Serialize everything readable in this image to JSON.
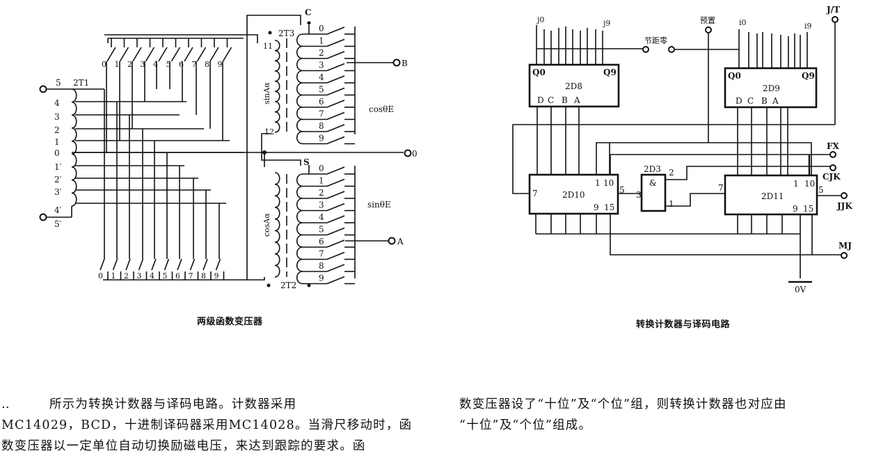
{
  "figure_left": {
    "caption": "两级函数变压器",
    "transformers": {
      "t1": "2T1",
      "t2": "2T2",
      "t3": "2T3"
    },
    "t1_taps": [
      "5",
      "4",
      "3",
      "2",
      "1",
      "0",
      "1′",
      "2′",
      "3′",
      "4′",
      "5′"
    ],
    "top_switch_labels": [
      "0",
      "1",
      "2",
      "3",
      "4",
      "5",
      "6",
      "7",
      "8",
      "9"
    ],
    "bottom_switch_labels": [
      "0",
      "1",
      "2",
      "3",
      "4",
      "5",
      "6",
      "7",
      "8",
      "9"
    ],
    "upper_secondary_taps": [
      "0",
      "1",
      "2",
      "3",
      "4",
      "5",
      "6",
      "7",
      "8",
      "9"
    ],
    "lower_secondary_taps": [
      "0",
      "1",
      "2",
      "3",
      "4",
      "5",
      "6",
      "7",
      "8",
      "9"
    ],
    "upper_node_label": "C",
    "lower_node_label": "S",
    "upper_winding_label": "sinAα",
    "lower_winding_label": "cosAα",
    "upper_pins": [
      "11",
      "12"
    ],
    "upper_output_label": "cosθE",
    "lower_output_label": "sinθE",
    "terminal_b": "B",
    "terminal_a": "A",
    "terminal_0": "0"
  },
  "figure_right": {
    "caption": "转换计数器与译码电路",
    "chips": {
      "d8": {
        "name": "2D8",
        "q_first": "Q0",
        "q_last": "Q9",
        "inputs": [
          "D",
          "C",
          "B",
          "A"
        ]
      },
      "d9": {
        "name": "2D9",
        "q_first": "Q0",
        "q_last": "Q9",
        "inputs": [
          "D",
          "C",
          "B",
          "A"
        ]
      },
      "d10": {
        "name": "2D10",
        "pins": {
          "p7": "7",
          "p1": "1",
          "p10": "10",
          "p5": "5",
          "p9": "9",
          "p15": "15"
        }
      },
      "d11": {
        "name": "2D11",
        "pins": {
          "p7": "7",
          "p1": "1",
          "p10": "10",
          "p5": "5",
          "p9": "9",
          "p15": "15"
        }
      },
      "d3": {
        "name": "2D3",
        "symbol": "&",
        "pins": {
          "p1": "1",
          "p2": "2",
          "p3": "3"
        }
      }
    },
    "bus_labels": {
      "j_first": "j0",
      "j_last": "j9",
      "i_first": "i0",
      "i_last": "i9"
    },
    "terminals": {
      "node_zero": "节距零",
      "preset": "预置",
      "jt": "J/T",
      "fx": "FX",
      "cjk": "CJK",
      "jjk": "JJK",
      "mj": "MJ",
      "ground": "0V"
    }
  },
  "text": {
    "col1": [
      "‥　　　所示为转换计数器与译码电路。计数器采用",
      "MC14029，BCD，十进制译码器采用MC14028。当滑尺移动时，函",
      "数变压器以一定单位自动切换励磁电压，来达到跟踪的要求。函"
    ],
    "col2": [
      "数变压器设了“十位”及“个位”组，则转换计数器也对应由",
      "“十位”及“个位”组成。"
    ]
  }
}
